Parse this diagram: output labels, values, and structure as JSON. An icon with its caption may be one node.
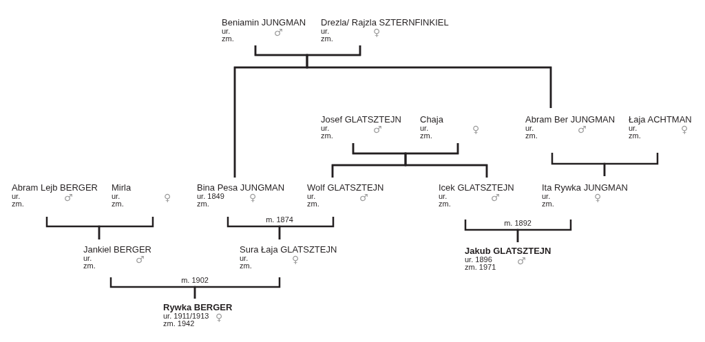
{
  "diagram": {
    "nodes": [
      {
        "text": [
          "Beniamin JUNGMAN",
          "ur.",
          "zm.",
          "♂"
        ]
      },
      {
        "text": [
          "Drezla/ Rajzla SZTERNFINKIEL",
          "ur.",
          "zm.",
          "♀"
        ]
      },
      {
        "text": [
          "Josef GLATSZTEJN",
          "ur.",
          "zm.",
          "♂"
        ]
      },
      {
        "text": [
          "Chaja",
          "ur.",
          "zm.",
          "♀"
        ]
      },
      {
        "text": [
          "Abram Ber JUNGMAN",
          "ur.",
          "zm.",
          "♂"
        ]
      },
      {
        "text": [
          "Łaja ACHTMAN",
          "ur.",
          "zm.",
          "♀"
        ]
      },
      {
        "text": [
          "Abram Lejb BERGER",
          "ur.",
          "zm.",
          "♂"
        ]
      },
      {
        "text": [
          "Mirla",
          "ur.",
          "zm.",
          "♀"
        ]
      },
      {
        "text": [
          "Bina Pesa JUNGMAN",
          "ur. 1849",
          "zm.",
          "♀"
        ]
      },
      {
        "text": [
          "Wolf GLATSZTEJN",
          "ur.",
          "zm.",
          "♂"
        ]
      },
      {
        "text": [
          "Icek GLATSZTEJN",
          "ur.",
          "zm.",
          "♂"
        ]
      },
      {
        "text": [
          "Ita Rywka JUNGMAN",
          "ur.",
          "zm.",
          "♀"
        ]
      },
      {
        "text": [
          "Jankiel BERGER",
          "ur.",
          "zm.",
          "♂"
        ]
      },
      {
        "text": [
          "Sura Łaja GLATSZTEJN",
          "ur.",
          "zm.",
          "♀"
        ]
      },
      {
        "text": [
          "Jakub GLATSZTEJN",
          "ur. 1896",
          "zm. 1971",
          "♂"
        ]
      },
      {
        "text": [
          "Rywka BERGER",
          "ur. 1911/1913",
          "zm. 1942",
          "♀"
        ]
      }
    ],
    "edges": [
      {
        "from": 0,
        "to": 8,
        "arrow": "none"
      },
      {
        "from": 0,
        "to": 4,
        "arrow": "none"
      },
      {
        "from": 1,
        "to": 8,
        "arrow": "none"
      },
      {
        "from": 1,
        "to": 4,
        "arrow": "none"
      },
      {
        "from": 2,
        "to": 9,
        "arrow": "none"
      },
      {
        "from": 2,
        "to": 10,
        "arrow": "none"
      },
      {
        "from": 3,
        "to": 9,
        "arrow": "none"
      },
      {
        "from": 3,
        "to": 10,
        "arrow": "none"
      },
      {
        "from": 4,
        "to": 11,
        "arrow": "none"
      },
      {
        "from": 5,
        "to": 11,
        "arrow": "none"
      },
      {
        "from": 6,
        "to": 12,
        "arrow": "none"
      },
      {
        "from": 7,
        "to": 12,
        "arrow": "none"
      },
      {
        "from": 8,
        "to": 13,
        "arrow": "none",
        "label": "m. 1874"
      },
      {
        "from": 9,
        "to": 13,
        "arrow": "none"
      },
      {
        "from": 10,
        "to": 14,
        "arrow": "none",
        "label": "m. 1892"
      },
      {
        "from": 11,
        "to": 14,
        "arrow": "none"
      },
      {
        "from": 12,
        "to": 15,
        "arrow": "none",
        "label": "m. 1902"
      },
      {
        "from": 13,
        "to": 15,
        "arrow": "none"
      }
    ]
  }
}
